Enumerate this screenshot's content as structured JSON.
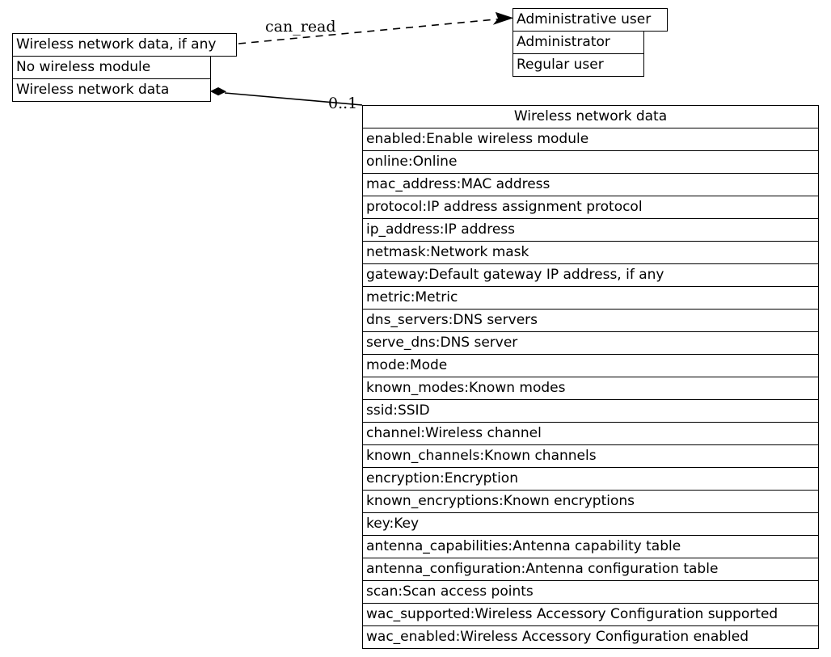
{
  "diagram": {
    "type": "uml-class-diagram",
    "background_color": "#ffffff",
    "line_color": "#000000",
    "text_color": "#000000"
  },
  "enum_wireless_optional": {
    "title": "Wireless network data, if any",
    "rows": [
      "No wireless module",
      "Wireless network data"
    ]
  },
  "enum_administrative_user": {
    "title": "Administrative user",
    "rows": [
      "Administrator",
      "Regular user"
    ]
  },
  "class_wireless_network_data": {
    "title": "Wireless network data",
    "attributes": [
      "enabled:Enable wireless module",
      "online:Online",
      "mac_address:MAC address",
      "protocol:IP address assignment protocol",
      "ip_address:IP address",
      "netmask:Network mask",
      "gateway:Default gateway IP address, if any",
      "metric:Metric",
      "dns_servers:DNS servers",
      "serve_dns:DNS server",
      "mode:Mode",
      "known_modes:Known modes",
      "ssid:SSID",
      "channel:Wireless channel",
      "known_channels:Known channels",
      "encryption:Encryption",
      "known_encryptions:Known encryptions",
      "key:Key",
      "antenna_capabilities:Antenna capability table",
      "antenna_configuration:Antenna configuration table",
      "scan:Scan access points",
      "wac_supported:Wireless Accessory Configuration supported",
      "wac_enabled:Wireless Accessory Configuration enabled"
    ]
  },
  "edges": {
    "can_read": {
      "label": "can_read",
      "style": "dashed",
      "arrow": "open-arrowhead"
    },
    "composition": {
      "label": "0..1",
      "style": "solid",
      "arrow": "filled-diamond"
    }
  }
}
